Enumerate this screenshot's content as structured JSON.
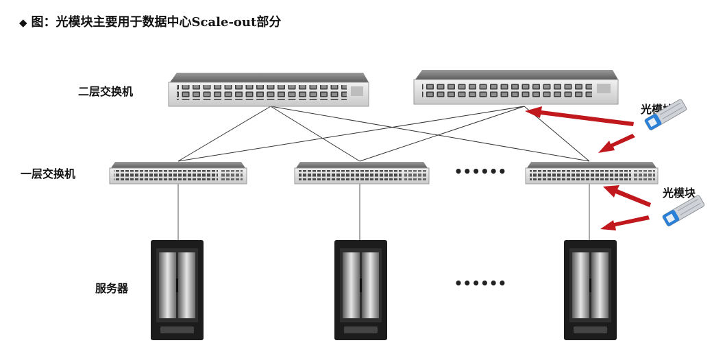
{
  "caption": {
    "bullet": "◆",
    "prefix": "图：光模块主要用于数据中心",
    "latin": "Scale-out",
    "suffix": "部分"
  },
  "labels": {
    "spine": "二层交换机",
    "leaf": "一层交换机",
    "server": "服务器",
    "optical_module_top": "光模块",
    "optical_module_bottom": "光模块"
  },
  "ellipsis": "••••••",
  "colors": {
    "arrow": "#c0181c",
    "switch_body": "#d8d8d8",
    "rack": "#1c1c1c",
    "module_blue": "#2a7fd6"
  },
  "icons": {
    "spine_switch": "spine-switch-icon",
    "leaf_switch": "leaf-switch-icon",
    "server": "server-rack-icon",
    "optical_module": "optical-transceiver-icon"
  }
}
